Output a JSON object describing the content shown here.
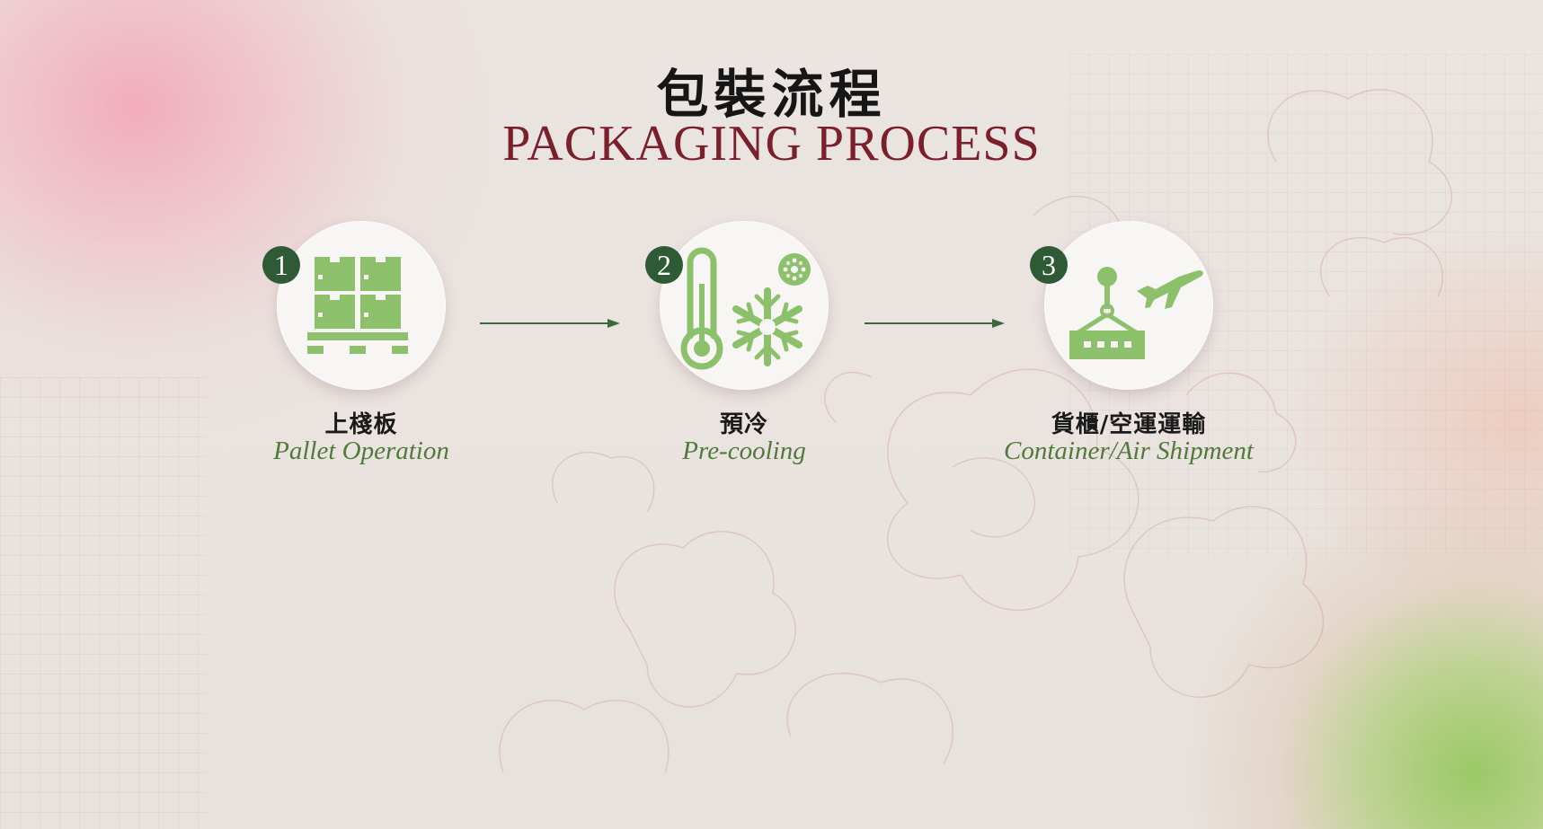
{
  "title": {
    "cn": "包裝流程",
    "en": "PACKAGING PROCESS"
  },
  "colors": {
    "title_en": "#7a1f2b",
    "icon_green": "#8cc06a",
    "badge_green": "#2e5a35",
    "label_en_green": "#4f7a3a",
    "arrow_green": "#3b6a3b"
  },
  "steps": [
    {
      "number": "1",
      "label_cn": "上棧板",
      "label_en": "Pallet Operation",
      "icon": "pallet-boxes-icon"
    },
    {
      "number": "2",
      "label_cn": "預冷",
      "label_en": "Pre-cooling",
      "icon": "thermometer-snowflake-icon"
    },
    {
      "number": "3",
      "label_cn": "貨櫃/空運運輸",
      "label_en": "Container/Air Shipment",
      "icon": "container-crane-airplane-icon"
    }
  ]
}
